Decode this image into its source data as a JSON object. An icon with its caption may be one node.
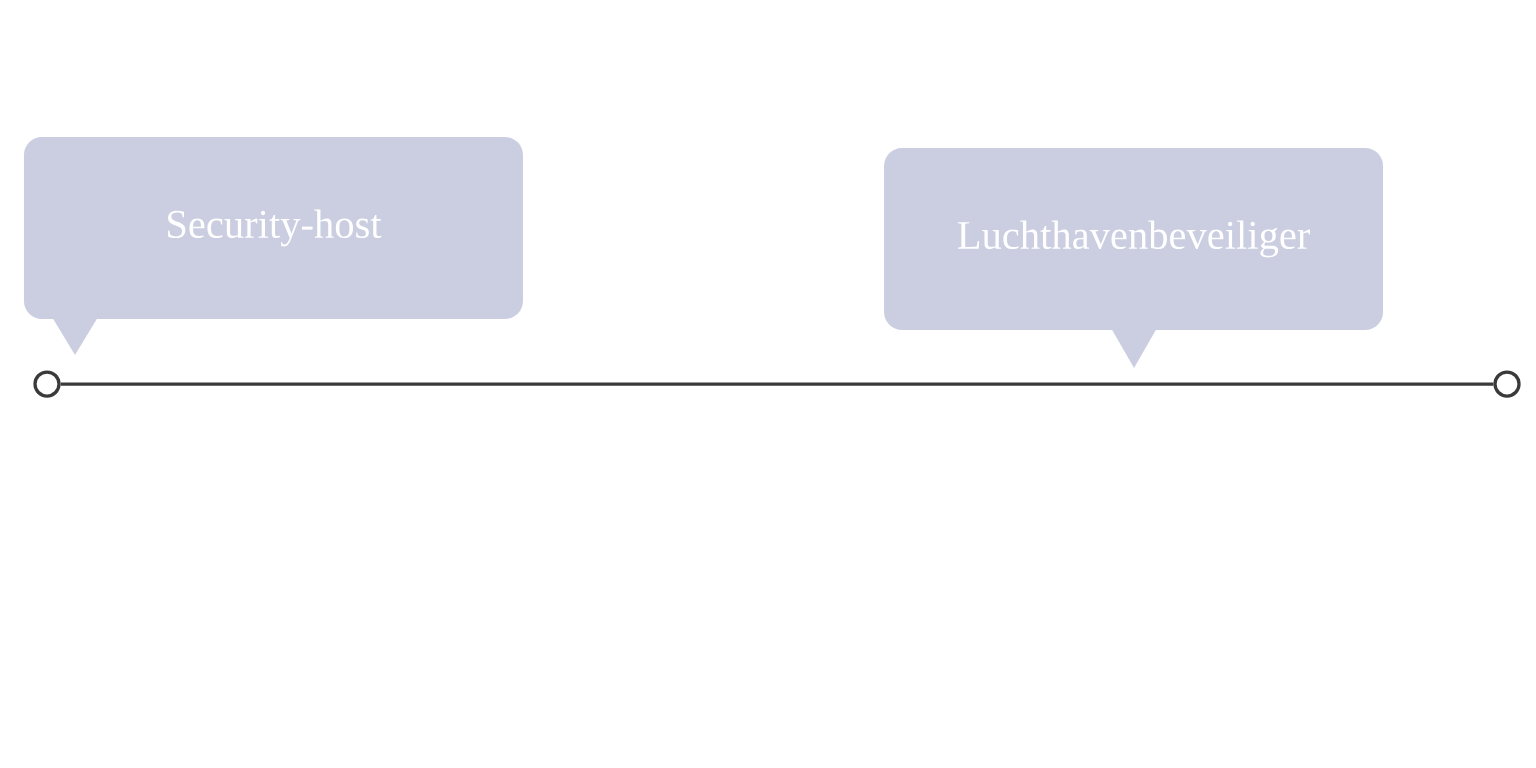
{
  "diagram": {
    "nodes": [
      {
        "text": [
          "Security-host"
        ]
      },
      {
        "text": [
          "Luchthavenbeveiliger"
        ]
      },
      {
        "text": [],
        "shape": "circle"
      },
      {
        "text": [],
        "shape": "circle"
      }
    ],
    "edges": [
      {
        "from": 2,
        "to": 3,
        "arrow": "none"
      }
    ]
  }
}
